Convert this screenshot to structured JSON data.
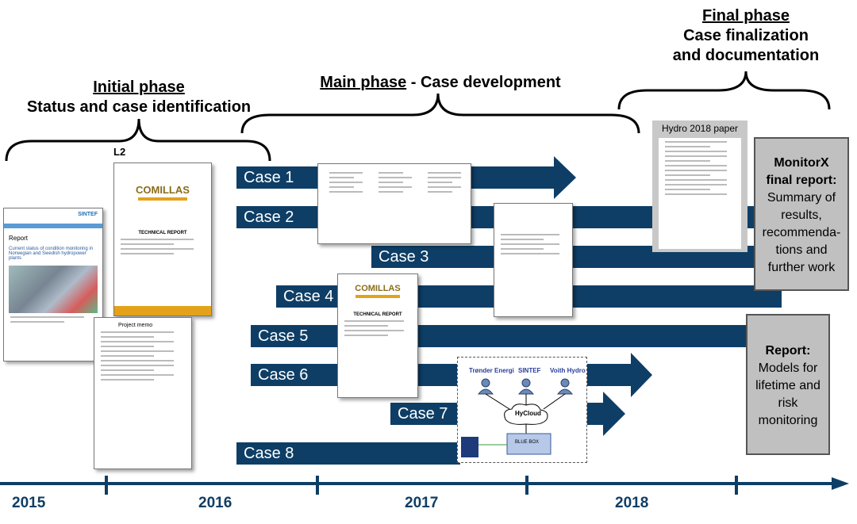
{
  "phases": {
    "initial": {
      "title": "Initial phase",
      "subtitle": "Status and case identification"
    },
    "main": {
      "title": "Main phase",
      "subtitle": " - Case development"
    },
    "final": {
      "title": "Final phase",
      "line2": "Case finalization",
      "line3": "and documentation"
    }
  },
  "cases": [
    "Case 1",
    "Case 2",
    "Case 3",
    "Case 4",
    "Case 5",
    "Case 6",
    "Case 7",
    "Case 8"
  ],
  "docs": {
    "l2_label": "L2",
    "sintef_logo": "SINTEF",
    "report_title": "Report",
    "report_subtitle": "Current status of condition monitoring in Norwegian and Swedish hydropower plants",
    "comillas": "COMILLAS",
    "technical_report": "TECHNICAL REPORT",
    "project_memo": "Project memo",
    "hydro_paper": "Hydro 2018 paper"
  },
  "diagram": {
    "trondelag": "Trønder Energi",
    "sintef": "SINTEF",
    "voith": "Voith Hydro",
    "hycloud": "HyCloud",
    "bluebox": "BLUE BOX"
  },
  "final_report": {
    "bold": "MonitorX final report:",
    "text": "Summary of results, recommenda-tions and further work"
  },
  "report_box": {
    "bold": "Report:",
    "text": "Models for lifetime and risk monitoring"
  },
  "timeline": {
    "years": [
      "2015",
      "2016",
      "2017",
      "2018"
    ]
  },
  "colors": {
    "navy": "#0e3e66",
    "gray": "#c0c0c0"
  }
}
